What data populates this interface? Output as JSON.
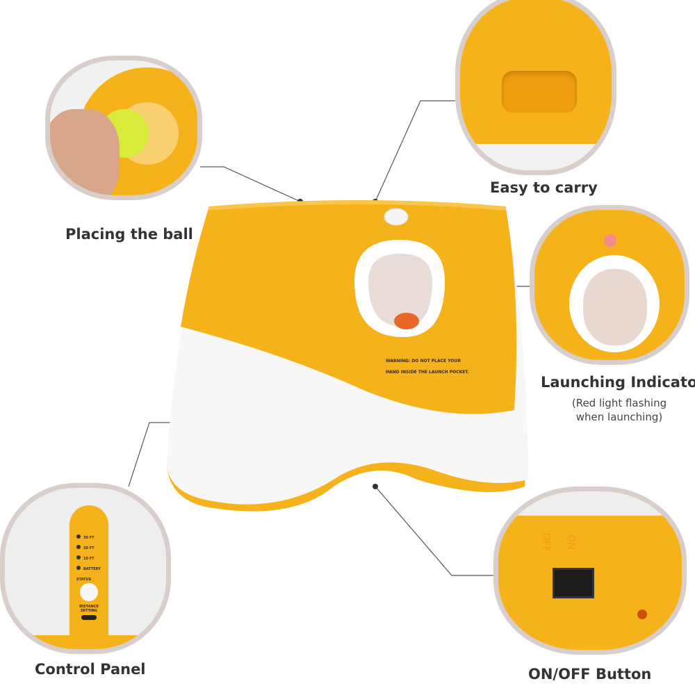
{
  "callouts": {
    "placing_ball": "Placing the ball",
    "easy_carry": "Easy to carry",
    "launch_indicator": "Launching Indicator",
    "launch_indicator_note_1": "(Red light flashing",
    "launch_indicator_note_2": "when launching)",
    "control_panel": "Control Panel",
    "on_off": "ON/OFF Button"
  },
  "device": {
    "warning_1": "WARNING: DO NOT PLACE YOUR",
    "warning_2": "HAND INSIDE THE LAUNCH POCKET.",
    "panel": {
      "levels": [
        "30 FT",
        "20 FT",
        "10 FT",
        "BATTERY STATUS"
      ],
      "button_label": "DISTANCE SETTING"
    },
    "switch_labels": {
      "off": "OFF",
      "on": "ON"
    }
  },
  "colors": {
    "yellow": "#f5b21a",
    "white": "#f7f7f7",
    "border": "#d8cfcc",
    "text": "#333333"
  }
}
